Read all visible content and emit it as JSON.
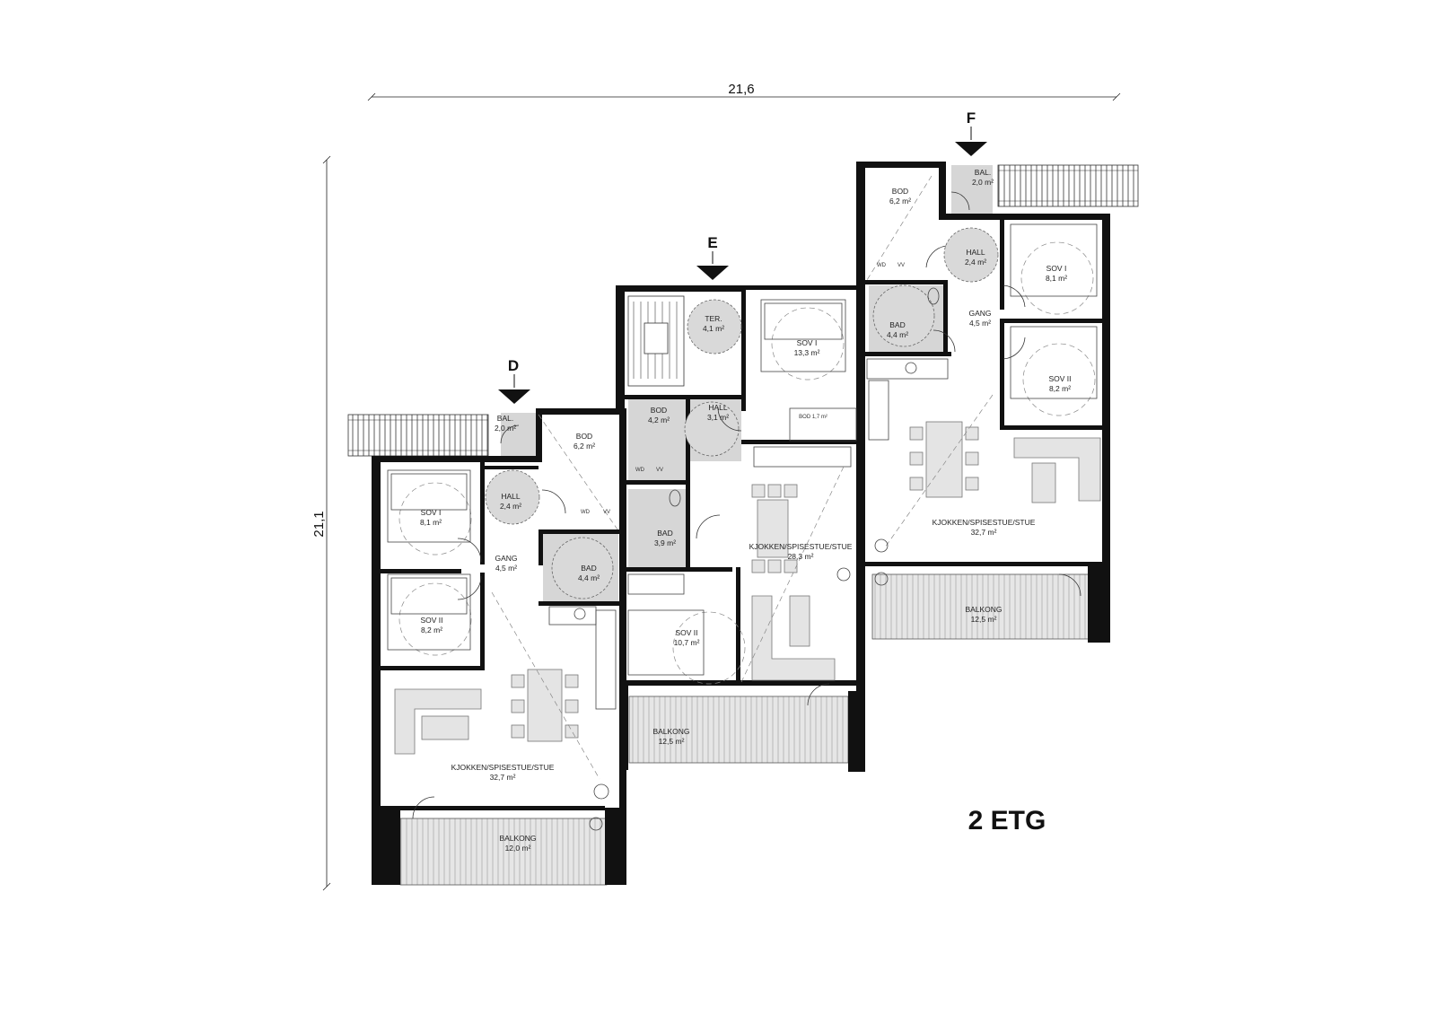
{
  "dimensions": {
    "width_label": "21,6",
    "height_label": "21,1"
  },
  "markers": {
    "d": "D",
    "e": "E",
    "f": "F"
  },
  "floor_label": "2 ETG",
  "unit_d": {
    "bal": {
      "name": "BAL.",
      "area": "2,0 m²"
    },
    "bod": {
      "name": "BOD",
      "area": "6,2 m²"
    },
    "hall": {
      "name": "HALL",
      "area": "2,4 m²"
    },
    "sov1": {
      "name": "SOV I",
      "area": "8,1 m²"
    },
    "gang": {
      "name": "GANG",
      "area": "4,5 m²"
    },
    "bad": {
      "name": "BAD",
      "area": "4,4 m²"
    },
    "sov2": {
      "name": "SOV II",
      "area": "8,2 m²"
    },
    "kjokken": {
      "name": "KJOKKEN/SPISESTUE/STUE",
      "area": "32,7 m²"
    },
    "balkong": {
      "name": "BALKONG",
      "area": "12,0 m²"
    },
    "wd": "WD",
    "vv": "VV"
  },
  "unit_e": {
    "ter": {
      "name": "TER.",
      "area": "4,1 m²"
    },
    "sov1": {
      "name": "SOV I",
      "area": "13,3 m²"
    },
    "bod": {
      "name": "BOD",
      "area": "4,2 m²"
    },
    "hall": {
      "name": "HALL",
      "area": "3,1 m²"
    },
    "bod_small": "BOD 1,7 m²",
    "bad": {
      "name": "BAD",
      "area": "3,9 m²"
    },
    "kjokken": {
      "name": "KJOKKEN/SPISESTUE/STUE",
      "area": "28,3 m²"
    },
    "sov2": {
      "name": "SOV II",
      "area": "10,7 m²"
    },
    "balkong": {
      "name": "BALKONG",
      "area": "12,5 m²"
    },
    "wd": "WD",
    "vv": "VV"
  },
  "unit_f": {
    "bod": {
      "name": "BOD",
      "area": "6,2 m²"
    },
    "bal": {
      "name": "BAL.",
      "area": "2,0 m²"
    },
    "hall": {
      "name": "HALL",
      "area": "2,4 m²"
    },
    "sov1": {
      "name": "SOV I",
      "area": "8,1 m²"
    },
    "bad": {
      "name": "BAD",
      "area": "4,4 m²"
    },
    "gang": {
      "name": "GANG",
      "area": "4,5 m²"
    },
    "sov2": {
      "name": "SOV II",
      "area": "8,2 m²"
    },
    "kjokken": {
      "name": "KJOKKEN/SPISESTUE/STUE",
      "area": "32,7 m²"
    },
    "balkong": {
      "name": "BALKONG",
      "area": "12,5 m²"
    },
    "wd": "WD",
    "vv": "VV"
  }
}
